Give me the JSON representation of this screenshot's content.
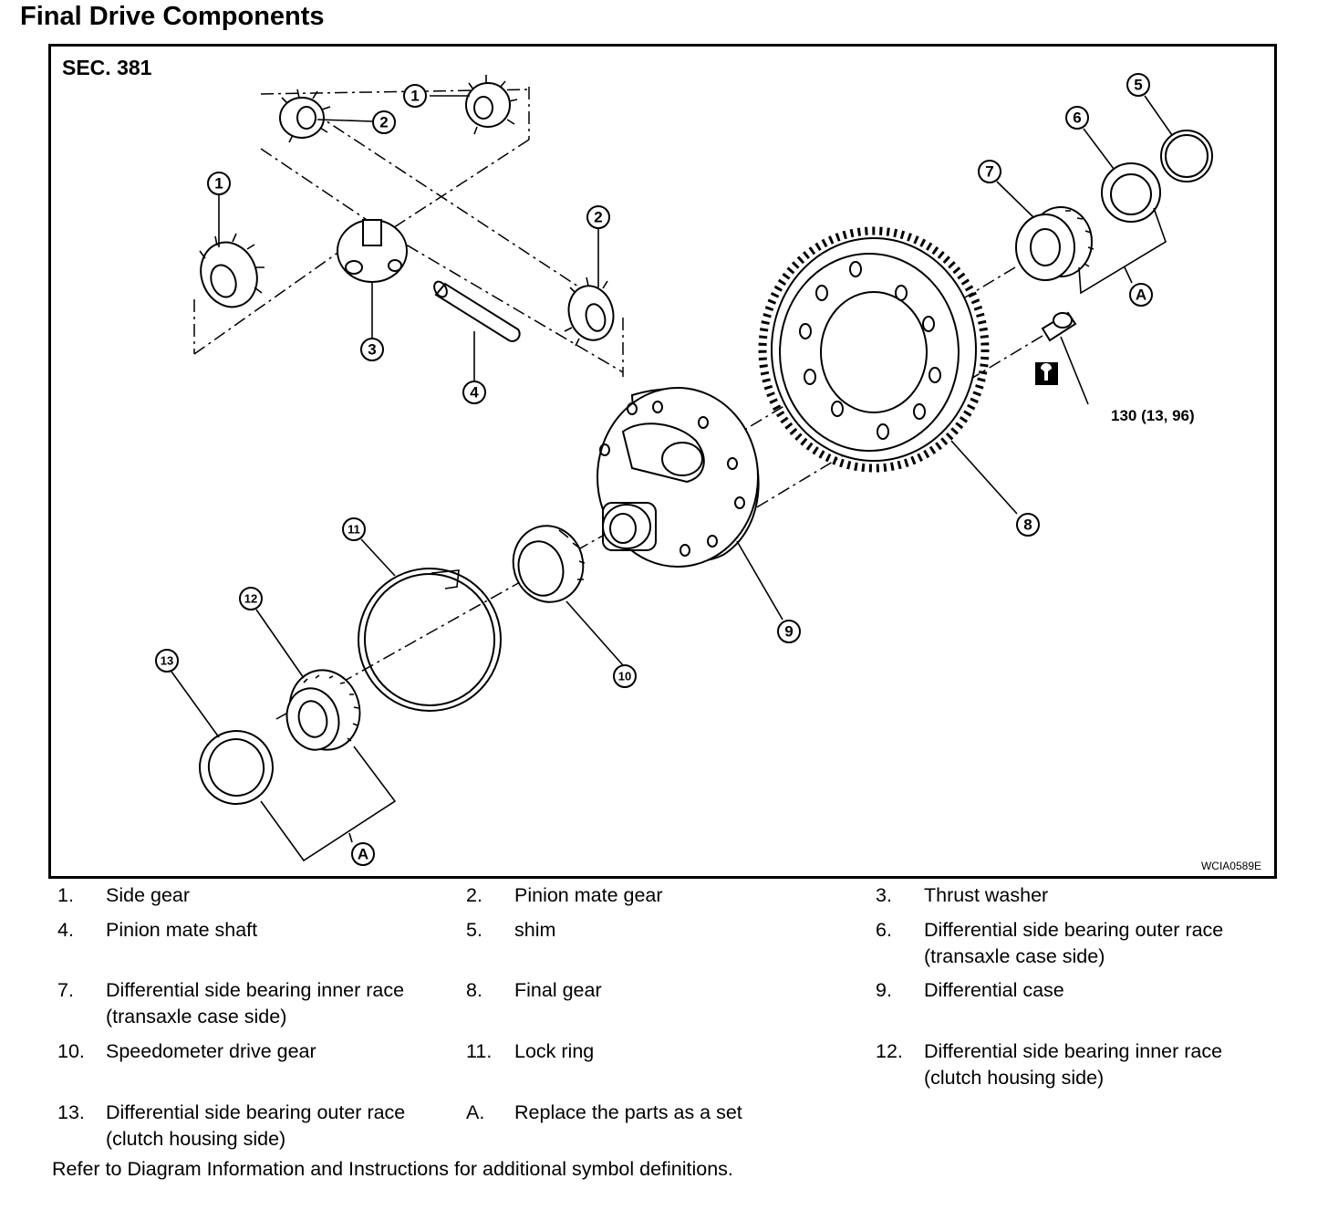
{
  "title": "Final Drive Components",
  "diagram": {
    "section": "SEC. 381",
    "torque_spec": "130 (13, 96)",
    "figure_code": "WCIA0589E",
    "callouts": [
      "1",
      "2",
      "3",
      "4",
      "5",
      "6",
      "7",
      "8",
      "9",
      "10",
      "11",
      "12",
      "13",
      "A"
    ]
  },
  "legend": [
    {
      "num": "1.",
      "text": "Side gear"
    },
    {
      "num": "2.",
      "text": "Pinion mate gear"
    },
    {
      "num": "3.",
      "text": "Thrust washer"
    },
    {
      "num": "4.",
      "text": "Pinion mate shaft"
    },
    {
      "num": "5.",
      "text": "shim"
    },
    {
      "num": "6.",
      "text": "Differential side bearing outer race (transaxle case side)"
    },
    {
      "num": "7.",
      "text": "Differential side bearing inner race (transaxle case side)"
    },
    {
      "num": "8.",
      "text": "Final gear"
    },
    {
      "num": "9.",
      "text": "Differential case"
    },
    {
      "num": "10.",
      "text": "Speedometer drive gear"
    },
    {
      "num": "11.",
      "text": "Lock ring"
    },
    {
      "num": "12.",
      "text": "Differential side bearing inner race (clutch housing side)"
    },
    {
      "num": "13.",
      "text": "Differential side bearing outer race (clutch housing side)"
    },
    {
      "num": "A.",
      "text": "Replace the parts as a set"
    }
  ],
  "footer": "Refer to Diagram Information and Instructions for additional symbol definitions."
}
